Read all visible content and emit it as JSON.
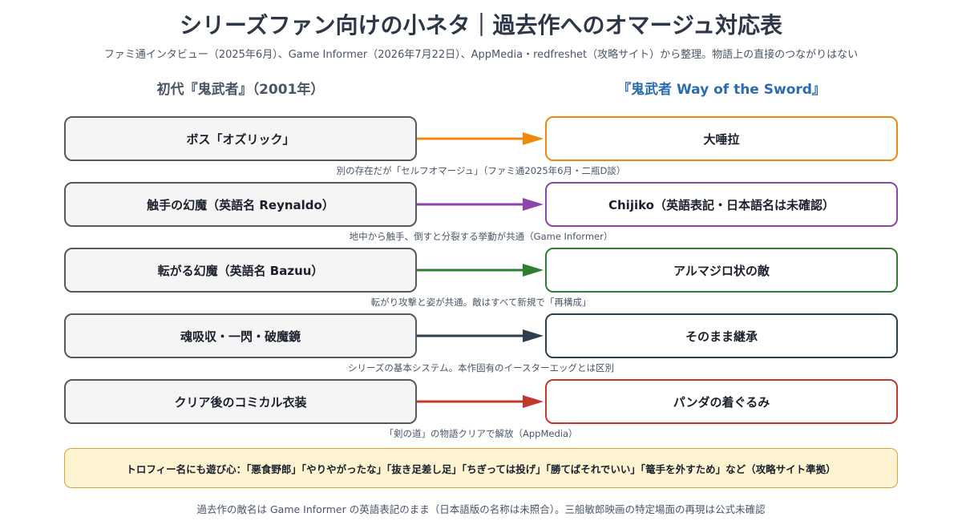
{
  "title": "シリーズファン向けの小ネタ｜過去作へのオマージュ対応表",
  "subtitle": "ファミ通インタビュー（2025年6月）、Game Informer（2026年7月22日）、AppMedia・redfreshet（攻略サイト）から整理。物語上の直接のつながりはない",
  "columns": {
    "left": "初代『鬼武者』（2001年）",
    "right": "『鬼武者 Way of the Sword』"
  },
  "rows": [
    {
      "left": "ボス「オズリック」",
      "right": "大唾拉",
      "note": "別の存在だが「セルフオマージュ」（ファミ通2025年6月・二瓶D談）",
      "color": "#f0870f"
    },
    {
      "left": "触手の幻魔（英語名 Reynaldo）",
      "right": "Chijiko（英語表記・日本語名は未確認）",
      "note": "地中から触手、倒すと分裂する挙動が共通（Game Informer）",
      "color": "#8e44ad"
    },
    {
      "left": "転がる幻魔（英語名 Bazuu）",
      "right": "アルマジロ状の敵",
      "note": "転がり攻撃と姿が共通。敵はすべて新規で「再構成」",
      "color": "#2e7d32"
    },
    {
      "left": "魂吸収・一閃・破魔鏡",
      "right": "そのまま継承",
      "note": "シリーズの基本システム。本作固有のイースターエッグとは区別",
      "color": "#2c3e50"
    },
    {
      "left": "クリア後のコミカル衣装",
      "right": "パンダの着ぐるみ",
      "note": "「剣の道」の物語クリアで解放（AppMedia）",
      "color": "#c0392b"
    }
  ],
  "trophy": "トロフィー名にも遊び心：「悪食野郎」「やりやがったな」「抜き足差し足」「ちぎっては投げ」「勝てばそれでいい」「篭手を外すため」など（攻略サイト準拠）",
  "footer": "過去作の敵名は Game Informer の英語表記のまま（日本語版の名称は未照合）。三船敏郎映画の特定場面の再現は公式未確認"
}
